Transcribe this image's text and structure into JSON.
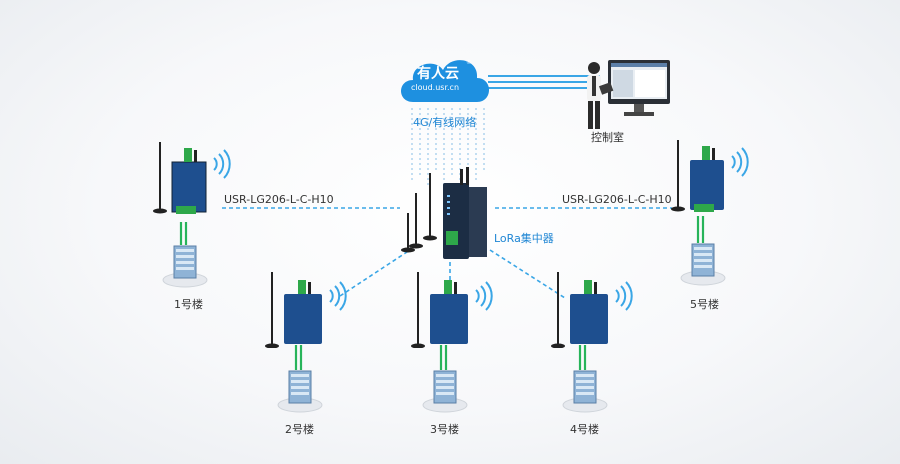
{
  "cloud": {
    "title": "有人云",
    "sub": "cloud.usr.cn",
    "reg": "®"
  },
  "network_label": "4G/有线网络",
  "control_room": "控制室",
  "concentrator_label": "LoRa集中器",
  "device_label_left": "USR-LG206-L-C-H10",
  "device_label_right": "USR-LG206-L-C-H10",
  "buildings": [
    {
      "label": "1号楼"
    },
    {
      "label": "2号楼"
    },
    {
      "label": "3号楼"
    },
    {
      "label": "4号楼"
    },
    {
      "label": "5号楼"
    }
  ],
  "colors": {
    "link": "#3aa6e6",
    "wire_green": "#27b45a",
    "cloud": "#1e90e0",
    "device": "#1e4f8f"
  }
}
